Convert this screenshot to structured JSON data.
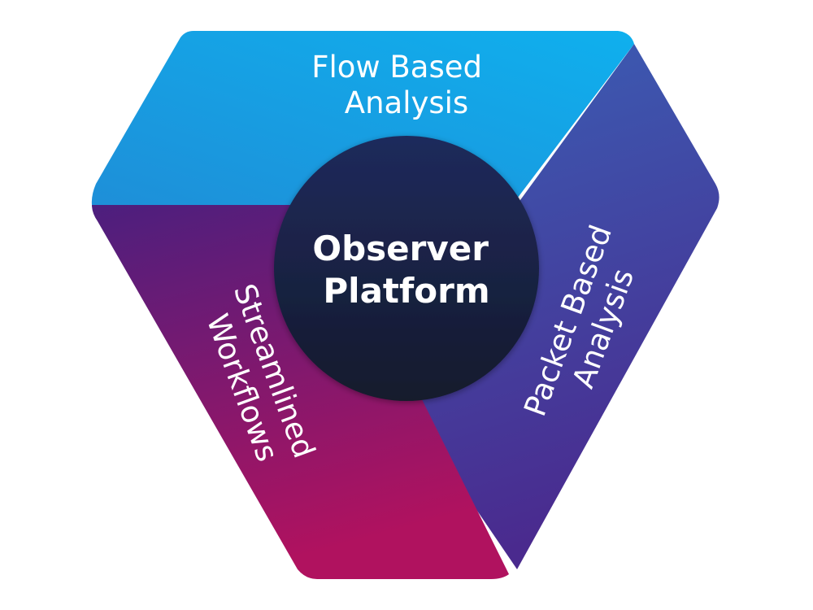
{
  "diagram": {
    "center": {
      "line1": "Observer",
      "line2": "Platform"
    },
    "segments": {
      "top": {
        "line1": "Flow Based",
        "line2": "Analysis"
      },
      "right": {
        "line1": "Packet Based",
        "line2": "Analysis"
      },
      "left": {
        "line1": "Streamlined",
        "line2": "Workflows"
      }
    }
  },
  "colors": {
    "top_start": "#1e8fd8",
    "top_end": "#0fb0ee",
    "right_start": "#3a5fb5",
    "right_end": "#4a2a8e",
    "left_start": "#4c1f7e",
    "left_end": "#b0125f",
    "center_start": "#1f2a5c",
    "center_end": "#141a2c"
  }
}
